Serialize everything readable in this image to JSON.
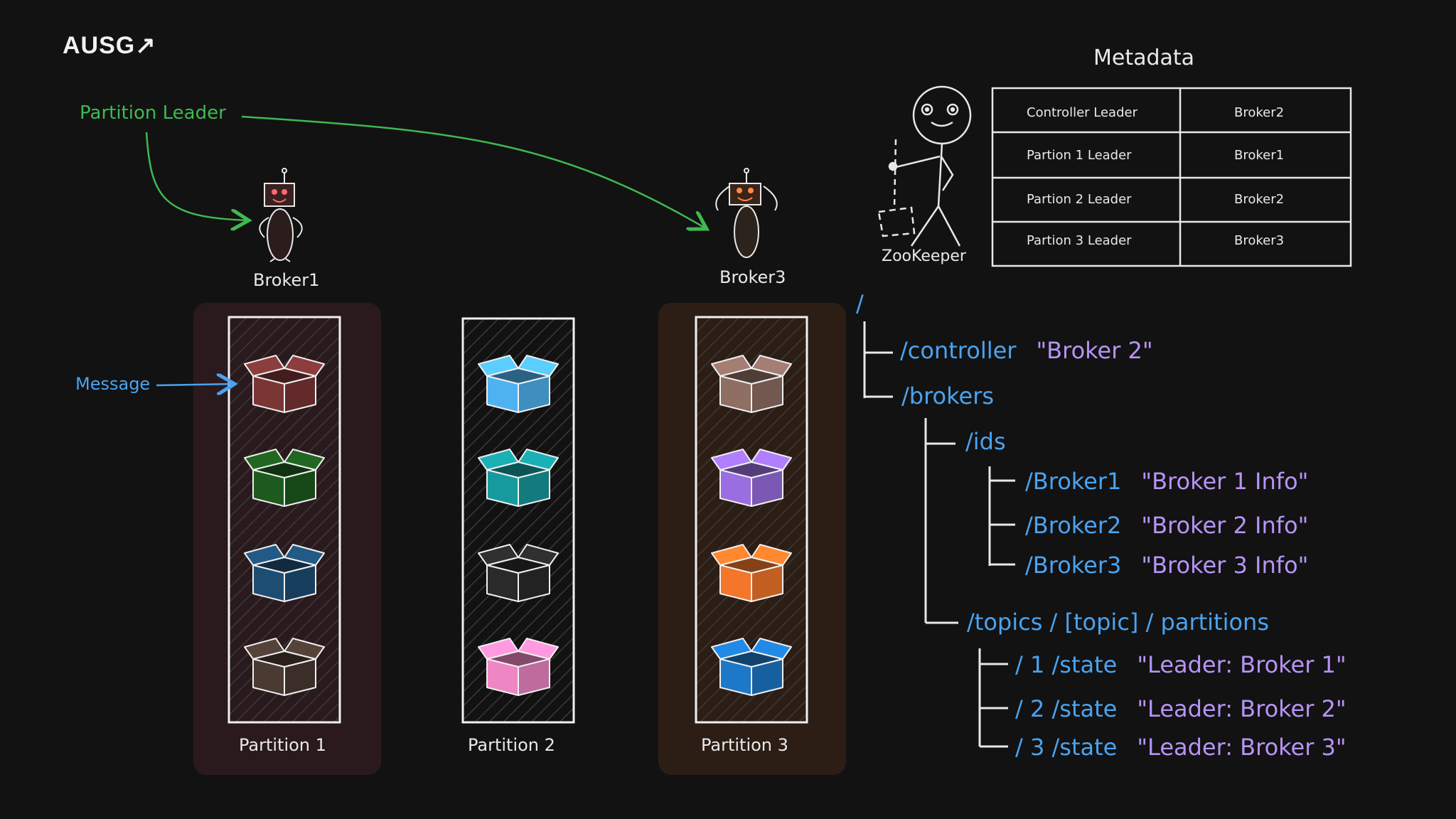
{
  "logo": "AUSG↗",
  "labels": {
    "partition_leader": "Partition Leader",
    "message": "Message",
    "broker1": "Broker1",
    "broker3": "Broker3",
    "zookeeper": "ZooKeeper",
    "metadata_title": "Metadata"
  },
  "partitions": [
    {
      "name": "Partition 1",
      "boxes": [
        "#7a3535",
        "#1d5a1d",
        "#1e4d74",
        "#4a3a32"
      ],
      "frame_bg": "#2a1a1d"
    },
    {
      "name": "Partition 2",
      "boxes": [
        "#4fb2f0",
        "#169a9e",
        "#2a2a2a",
        "#ee86c4"
      ],
      "frame_bg": ""
    },
    {
      "name": "Partition 3",
      "boxes": [
        "#8f6e63",
        "#9a6ee0",
        "#f4762a",
        "#1d78c8"
      ],
      "frame_bg": "#2c1d15"
    }
  ],
  "metadata_table": [
    [
      "Controller Leader",
      "Broker2"
    ],
    [
      "Partion 1 Leader",
      "Broker1"
    ],
    [
      "Partion 2 Leader",
      "Broker2"
    ],
    [
      "Partion 3 Leader",
      "Broker3"
    ]
  ],
  "tree": {
    "root": "/",
    "controller": {
      "path": "/controller",
      "value": "\"Broker 2\""
    },
    "brokers": "/brokers",
    "ids": "/ids",
    "broker_ids": [
      {
        "path": "/Broker1",
        "value": "\"Broker 1 Info\""
      },
      {
        "path": "/Broker2",
        "value": "\"Broker 2 Info\""
      },
      {
        "path": "/Broker3",
        "value": "\"Broker 3 Info\""
      }
    ],
    "topics": "/topics / [topic] / partitions",
    "states": [
      {
        "path": "/ 1 /state",
        "value": "\"Leader: Broker 1\""
      },
      {
        "path": "/ 2 /state",
        "value": "\"Leader: Broker 2\""
      },
      {
        "path": "/ 3 /state",
        "value": "\"Leader: Broker 3\""
      }
    ]
  },
  "colors": {
    "green": "#3fb950",
    "blue": "#4aa3f0",
    "purple": "#b794f6",
    "background": "#121212"
  }
}
